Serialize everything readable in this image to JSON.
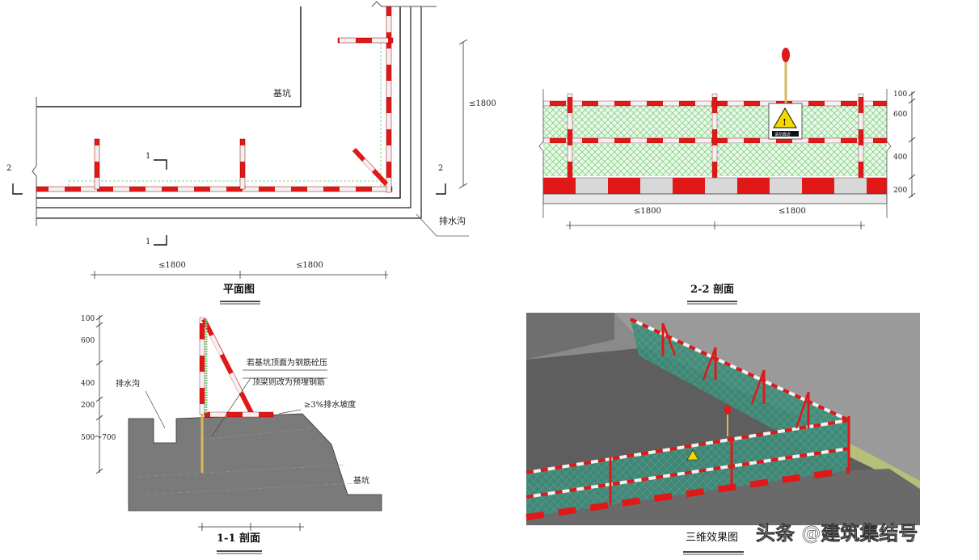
{
  "plan": {
    "title": "平面图",
    "pit_label": "基坑",
    "drain_label": "排水沟",
    "dim_left": "≤1800",
    "dim_right": "≤1800",
    "dim_vertical": "≤1800",
    "section_1": "1",
    "section_2": "2"
  },
  "section22": {
    "title": "2-2 剖面",
    "heights": [
      "100",
      "600",
      "400",
      "200"
    ],
    "dim_left": "≤1800",
    "dim_right": "≤1800",
    "sign_text": "请勿靠近"
  },
  "section11": {
    "title": "1-1 剖面",
    "heights": [
      "100",
      "600",
      "400",
      "200",
      "500～700"
    ],
    "drain_label": "排水沟",
    "pit_label": "基坑",
    "note_line1": "若基坑顶面为钢筋砼压",
    "note_line2": "顶梁则改为预埋钢筋",
    "slope_label": "≥3%排水坡度"
  },
  "render3d": {
    "title": "三维效果图"
  },
  "watermark": "头条 @建筑集结号",
  "colors": {
    "rail_red": "#e01818",
    "rail_white": "#f2f2f2",
    "mesh_green": "#7fd07f",
    "concrete": "#7a7a7a",
    "mesh_teal": "#3d8a78"
  }
}
